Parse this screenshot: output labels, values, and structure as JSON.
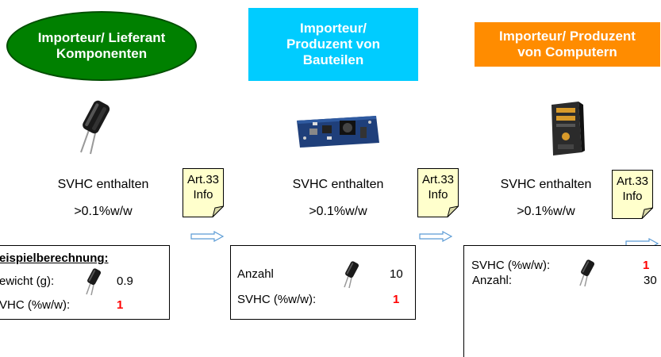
{
  "headers": {
    "col1": [
      "Importeur/ Lieferant",
      "Komponenten"
    ],
    "col2": [
      "Importeur/",
      "Produzent von",
      "Bauteilen"
    ],
    "col3": [
      "Importeur/ Produzent",
      "von Computern"
    ]
  },
  "columns": [
    {
      "svhc": "SVHC enthalten",
      "pct": ">0.1%w/w"
    },
    {
      "svhc": "SVHC enthalten",
      "pct": ">0.1%w/w"
    },
    {
      "svhc": "SVHC enthalten",
      "pct": ">0.1%w/w"
    }
  ],
  "notes": [
    {
      "line1": "Art.33",
      "line2": "Info"
    },
    {
      "line1": "Art.33",
      "line2": "Info"
    },
    {
      "line1": "Art.33",
      "line2": "Info"
    }
  ],
  "box1": {
    "title": "eispielberechnung:",
    "row1_label": "ewicht (g):",
    "row1_value": "0.9",
    "row2_label": "VHC (%w/w):",
    "row2_value": "1"
  },
  "box2": {
    "row1_label": "Anzahl",
    "row1_value": "10",
    "row2_label": "SVHC (%w/w):",
    "row2_value": "1"
  },
  "box3": {
    "row1_label": "Anzahl:",
    "row1_value": "30",
    "row2_label": "SVHC (%w/w):",
    "row2_value": "1"
  },
  "icons": [
    "capacitor-icon",
    "circuit-board-icon",
    "computer-tower-icon",
    "arrow-right-icon",
    "sticky-note-icon"
  ],
  "colors": {
    "green": "#008000",
    "cyan": "#00ccff",
    "orange": "#ff8c00",
    "note": "#ffffcc",
    "arrow": "#5b9bd5",
    "red": "#ff0000"
  }
}
